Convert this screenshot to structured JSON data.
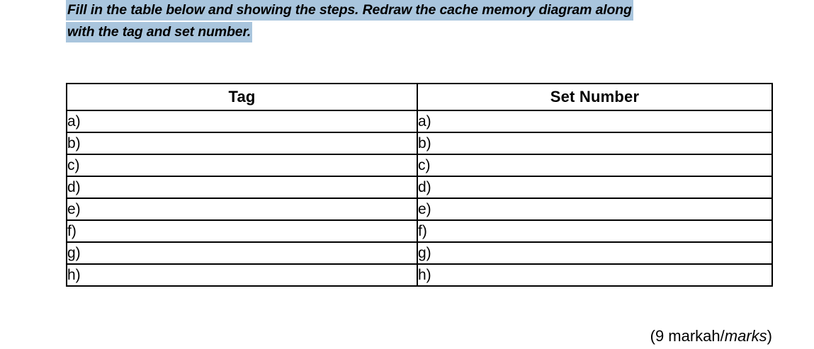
{
  "colors": {
    "highlight": "#a9c5dd",
    "text": "#000000",
    "page_background": "#ffffff",
    "table_border": "#000000"
  },
  "instruction": {
    "lines": [
      "Fill in the table below and showing the steps. Redraw the cache memory diagram along",
      "with the tag and set number."
    ]
  },
  "table": {
    "headers": [
      "Tag",
      "Set Number"
    ],
    "rows": [
      {
        "tag": "a)",
        "set_number": "a)"
      },
      {
        "tag": "b)",
        "set_number": "b)"
      },
      {
        "tag": "c)",
        "set_number": "c)"
      },
      {
        "tag": "d)",
        "set_number": "d)"
      },
      {
        "tag": "e)",
        "set_number": "e)"
      },
      {
        "tag": "f)",
        "set_number": "f)"
      },
      {
        "tag": "g)",
        "set_number": "g)"
      },
      {
        "tag": "h)",
        "set_number": "h)"
      }
    ]
  },
  "footer": {
    "marks_prefix": "(9 markah/",
    "marks_italic": "marks",
    "marks_suffix": ")"
  }
}
